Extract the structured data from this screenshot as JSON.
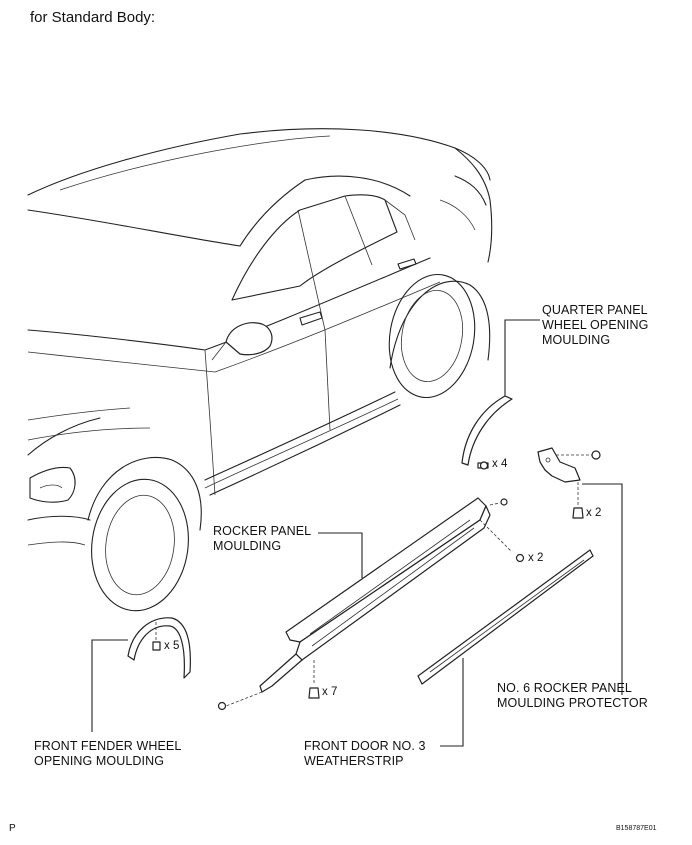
{
  "title": "for Standard Body:",
  "labels": {
    "quarter_panel": [
      "QUARTER PANEL",
      "WHEEL OPENING",
      "MOULDING"
    ],
    "rocker_panel": [
      "ROCKER PANEL",
      "MOULDING"
    ],
    "front_fender": [
      "FRONT FENDER WHEEL",
      "OPENING MOULDING"
    ],
    "front_door": [
      "FRONT DOOR NO. 3",
      "WEATHERSTRIP"
    ],
    "no6_protector": [
      "NO. 6 ROCKER PANEL",
      "MOULDING PROTECTOR"
    ]
  },
  "quantities": {
    "quarter_clips": "x 4",
    "protector_bolts": "x 2",
    "rocker_clips": "x 2",
    "fender_clips": "x 5",
    "rocker_bolts": "x 7"
  },
  "footer": {
    "left": "P",
    "right": "B158787E01"
  }
}
